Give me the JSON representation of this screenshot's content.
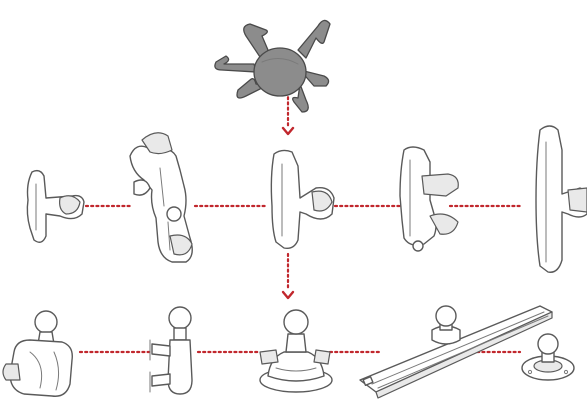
{
  "colors": {
    "connector": "#c1272d",
    "part_outline": "#5a5a5a",
    "part_fill": "#ffffff",
    "holder_fill": "#8c8c8c"
  },
  "components": [
    {
      "id": "x-grip-holder",
      "icon": "x-grip-icon"
    },
    {
      "id": "short-arm",
      "icon": "short-socket-arm-icon"
    },
    {
      "id": "double-socket-arm-assembly",
      "icon": "double-arm-assembly-icon"
    },
    {
      "id": "medium-arm",
      "icon": "medium-socket-arm-icon"
    },
    {
      "id": "arm-with-ball-adapter",
      "icon": "arm-ball-adapter-icon"
    },
    {
      "id": "long-arm",
      "icon": "long-socket-arm-icon"
    },
    {
      "id": "tough-claw-base",
      "icon": "claw-clamp-icon"
    },
    {
      "id": "handlebar-ball-base",
      "icon": "handlebar-base-icon"
    },
    {
      "id": "suction-cup-base",
      "icon": "suction-cup-icon"
    },
    {
      "id": "track-rail-base",
      "icon": "track-rail-icon"
    },
    {
      "id": "round-plate-base",
      "icon": "round-plate-icon"
    }
  ],
  "connections": [
    {
      "from": "x-grip-holder",
      "to": "medium-arm",
      "style": "dotted-arrow"
    },
    {
      "from": "short-arm",
      "to": "double-socket-arm-assembly",
      "style": "dotted"
    },
    {
      "from": "double-socket-arm-assembly",
      "to": "medium-arm",
      "style": "dotted"
    },
    {
      "from": "medium-arm",
      "to": "arm-with-ball-adapter",
      "style": "dotted"
    },
    {
      "from": "arm-with-ball-adapter",
      "to": "long-arm",
      "style": "dotted"
    },
    {
      "from": "medium-arm",
      "to": "suction-cup-base",
      "style": "dotted-arrow"
    },
    {
      "from": "tough-claw-base",
      "to": "handlebar-ball-base",
      "style": "dotted"
    },
    {
      "from": "handlebar-ball-base",
      "to": "suction-cup-base",
      "style": "dotted"
    },
    {
      "from": "suction-cup-base",
      "to": "track-rail-base",
      "style": "dotted"
    },
    {
      "from": "track-rail-base",
      "to": "round-plate-base",
      "style": "dotted"
    }
  ]
}
